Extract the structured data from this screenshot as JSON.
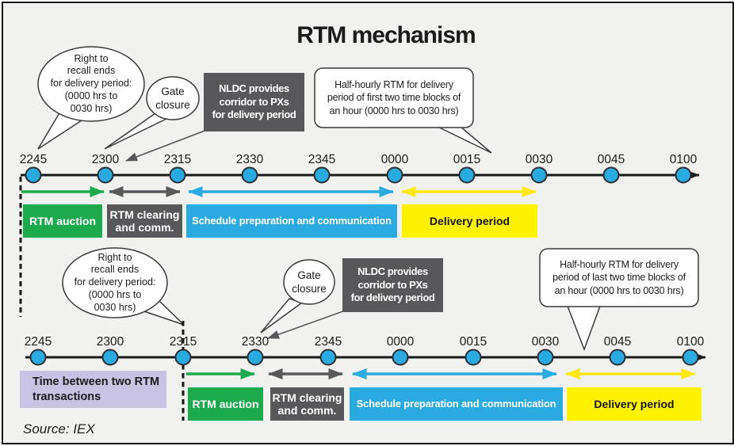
{
  "title": "RTM mechanism",
  "source": "Source: IEX",
  "colors": {
    "background": "#f1f1ef",
    "green": "#1caa4d",
    "gray": "#58585a",
    "blue": "#29abe2",
    "yellow": "#fff200",
    "purple": "#c9c3e3",
    "timeline_node": "#29abe2"
  },
  "top": {
    "ticks": [
      "2245",
      "2300",
      "2315",
      "2330",
      "2345",
      "0000",
      "0015",
      "0030",
      "0045",
      "0100"
    ],
    "callouts": {
      "recall": "Right to\nrecall ends\nfor delivery period:\n(0000 hrs to\n0030 hrs)",
      "gate_closure": "Gate\nclosure",
      "nldc": "NLDC provides\ncorridor to PXs\nfor delivery period",
      "half_hourly": "Half-hourly RTM for delivery\nperiod of first two time blocks of\nan hour (0000 hrs to 0030 hrs)"
    },
    "phases": [
      {
        "label": "RTM auction",
        "from": "2245",
        "to": "2300",
        "color": "#1caa4d"
      },
      {
        "label": "RTM clearing and comm.",
        "from": "2300",
        "to": "2315",
        "color": "#58585a"
      },
      {
        "label": "Schedule preparation and communication",
        "from": "2315",
        "to": "0000",
        "color": "#29abe2"
      },
      {
        "label": "Delivery period",
        "from": "0000",
        "to": "0030",
        "color": "#fff200"
      }
    ]
  },
  "bottom": {
    "ticks": [
      "2245",
      "2300",
      "2315",
      "2330",
      "2345",
      "0000",
      "0015",
      "0030",
      "0045",
      "0100"
    ],
    "callouts": {
      "recall": "Right to\nrecall ends\nfor delivery period:\n(0000 hrs to\n0030 hrs)",
      "gate_closure": "Gate\nclosure",
      "nldc": "NLDC provides\ncorridor to PXs\nfor delivery period",
      "half_hourly": "Half-hourly RTM for delivery\nperiod of last two time blocks of\nan hour (0000 hrs to 0030 hrs)"
    },
    "gap": {
      "label": "Time between two RTM\ntransactions",
      "from": "2245",
      "to": "2315"
    },
    "phases": [
      {
        "label": "RTM auction",
        "from": "2315",
        "to": "2330",
        "color": "#1caa4d"
      },
      {
        "label": "RTM clearing and comm.",
        "from": "2330",
        "to": "2345",
        "color": "#58585a"
      },
      {
        "label": "Schedule preparation and communication",
        "from": "2345",
        "to": "0030",
        "color": "#29abe2"
      },
      {
        "label": "Delivery period",
        "from": "0030",
        "to": "0100",
        "color": "#fff200"
      }
    ]
  }
}
